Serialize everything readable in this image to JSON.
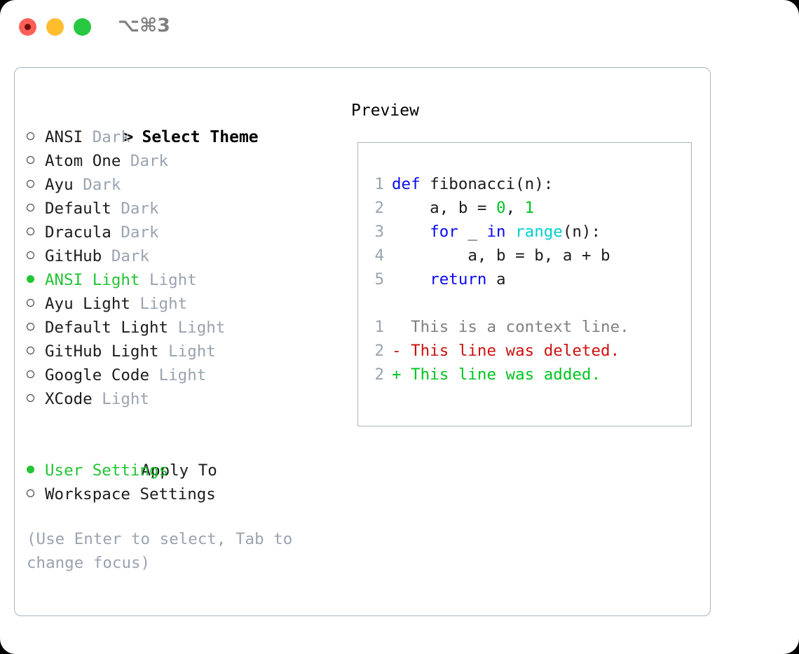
{
  "window": {
    "title": "⌥⌘3",
    "traffic_lights": [
      "close-red",
      "minimize-yellow",
      "maximize-green"
    ]
  },
  "theme_picker": {
    "header_marker": ">",
    "header_label": "Select Theme",
    "items": [
      {
        "marker": "ring",
        "name": "ANSI",
        "tag": "Dark",
        "selected": false
      },
      {
        "marker": "ring",
        "name": "Atom One",
        "tag": "Dark",
        "selected": false
      },
      {
        "marker": "ring",
        "name": "Ayu",
        "tag": "Dark",
        "selected": false
      },
      {
        "marker": "ring",
        "name": "Default",
        "tag": "Dark",
        "selected": false
      },
      {
        "marker": "ring",
        "name": "Dracula",
        "tag": "Dark",
        "selected": false
      },
      {
        "marker": "ring",
        "name": "GitHub",
        "tag": "Dark",
        "selected": false
      },
      {
        "marker": "dot",
        "name": "ANSI Light",
        "tag": "Light",
        "selected": true
      },
      {
        "marker": "ring",
        "name": "Ayu Light",
        "tag": "Light",
        "selected": false
      },
      {
        "marker": "ring",
        "name": "Default Light",
        "tag": "Light",
        "selected": false
      },
      {
        "marker": "ring",
        "name": "GitHub Light",
        "tag": "Light",
        "selected": false
      },
      {
        "marker": "ring",
        "name": "Google Code",
        "tag": "Light",
        "selected": false
      },
      {
        "marker": "ring",
        "name": "XCode",
        "tag": "Light",
        "selected": false
      }
    ]
  },
  "apply_to": {
    "label": "Apply To",
    "options": [
      {
        "marker": "dot",
        "name": "User Settings",
        "selected": true
      },
      {
        "marker": "ring",
        "name": "Workspace Settings",
        "selected": false
      }
    ]
  },
  "hint": "(Use Enter to select, Tab to change focus)",
  "preview": {
    "title": "Preview",
    "code_lines": [
      {
        "n": "1",
        "tokens": [
          {
            "t": "def ",
            "c": "kw"
          },
          {
            "t": "fibonacci(n):",
            "c": "plain"
          }
        ]
      },
      {
        "n": "2",
        "tokens": [
          {
            "t": "    a, b = ",
            "c": "plain"
          },
          {
            "t": "0",
            "c": "num"
          },
          {
            "t": ", ",
            "c": "plain"
          },
          {
            "t": "1",
            "c": "num"
          }
        ]
      },
      {
        "n": "3",
        "tokens": [
          {
            "t": "    ",
            "c": "plain"
          },
          {
            "t": "for",
            "c": "kw"
          },
          {
            "t": " _ ",
            "c": "plain"
          },
          {
            "t": "in",
            "c": "kw"
          },
          {
            "t": " ",
            "c": "plain"
          },
          {
            "t": "range",
            "c": "fn"
          },
          {
            "t": "(n):",
            "c": "plain"
          }
        ]
      },
      {
        "n": "4",
        "tokens": [
          {
            "t": "        a, b = b, a + b",
            "c": "plain"
          }
        ]
      },
      {
        "n": "5",
        "tokens": [
          {
            "t": "    ",
            "c": "plain"
          },
          {
            "t": "return",
            "c": "kw"
          },
          {
            "t": " a",
            "c": "plain"
          }
        ]
      }
    ],
    "diff_lines": [
      {
        "n": "1",
        "sign": " ",
        "text": "This is a context line.",
        "kind": "ctx"
      },
      {
        "n": "2",
        "sign": "-",
        "text": "This line was deleted.",
        "kind": "del"
      },
      {
        "n": "2",
        "sign": "+",
        "text": "This line was added.",
        "kind": "add"
      }
    ]
  },
  "colors": {
    "accent_green": "#22c533",
    "muted_gray": "#9aa3af",
    "border": "#a9b4c2",
    "keyword_blue": "#0a0aee",
    "function_cyan": "#00ced1",
    "number_green": "#00c421",
    "diff_delete_red": "#cc1111",
    "diff_add_green": "#00c421"
  }
}
